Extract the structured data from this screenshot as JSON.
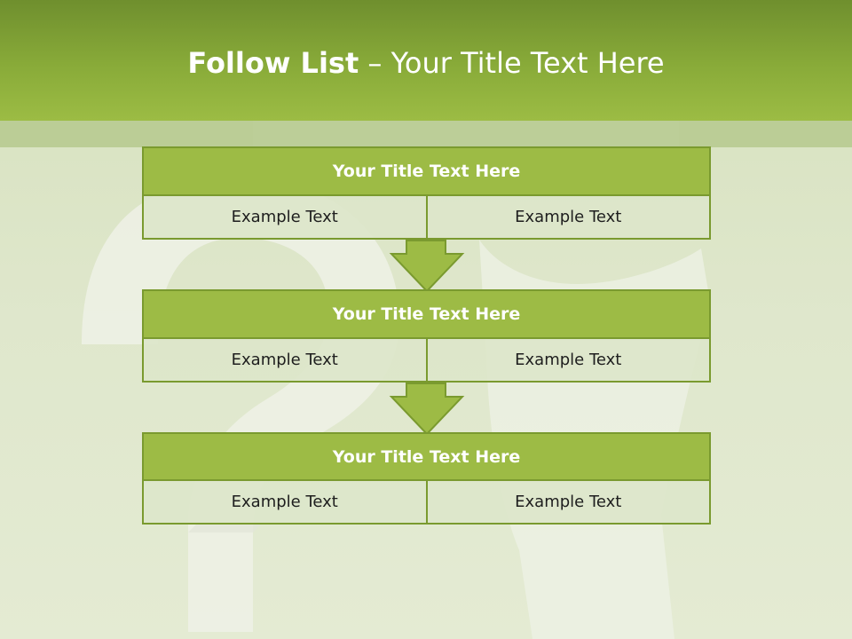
{
  "header": {
    "title_bold": "Follow List",
    "title_rest": "– Your Title Text Here"
  },
  "blocks": [
    {
      "title": "Your Title Text Here",
      "cells": [
        "Example Text",
        "Example Text"
      ]
    },
    {
      "title": "Your Title Text Here",
      "cells": [
        "Example Text",
        "Example Text"
      ]
    },
    {
      "title": "Your Title Text Here",
      "cells": [
        "Example Text",
        "Example Text"
      ]
    }
  ],
  "colors": {
    "header_green": "#89ab39",
    "title_bar_green": "#9dbb45",
    "border_green": "#7a9a2f",
    "cell_fill": "#dce6ca",
    "background": "#dde6c9"
  },
  "icons": [
    "down-arrow-icon"
  ]
}
